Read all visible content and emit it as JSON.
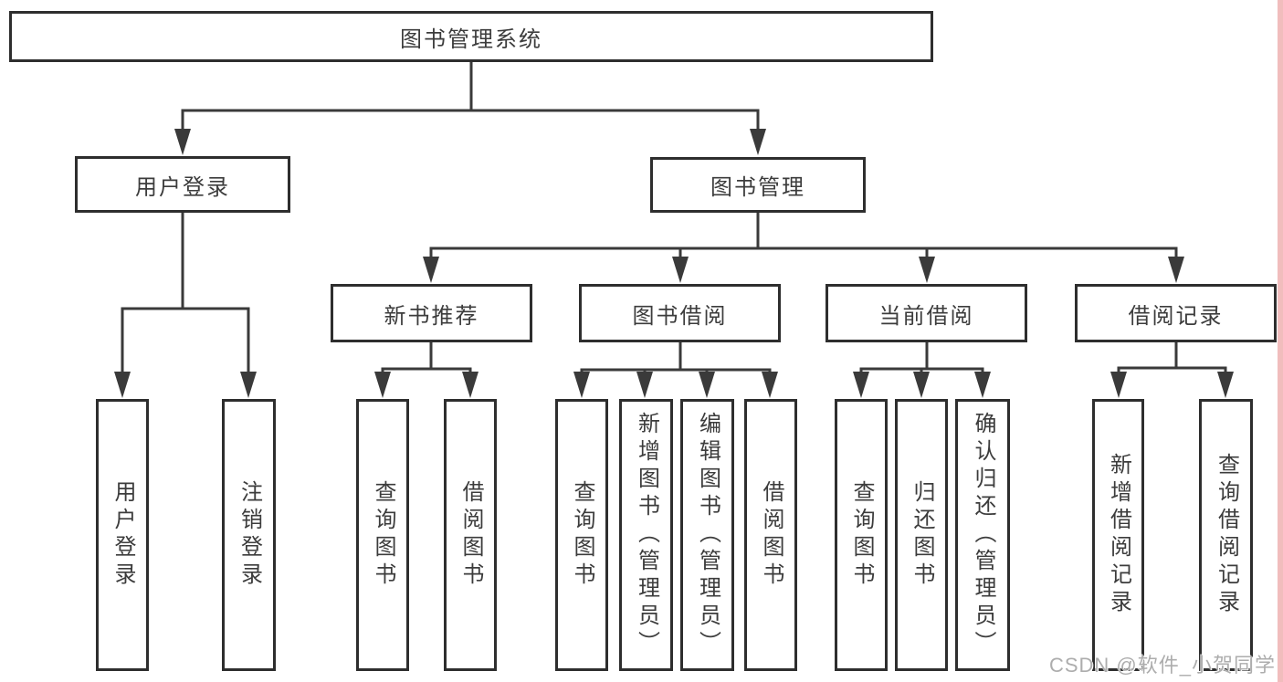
{
  "diagram": {
    "type": "hierarchy-tree",
    "root": {
      "label": "图书管理系统"
    },
    "level2": {
      "user_login": {
        "label": "用户登录"
      },
      "book_mgmt": {
        "label": "图书管理"
      }
    },
    "level3": {
      "new_rec": {
        "label": "新书推荐"
      },
      "book_borrow": {
        "label": "图书借阅"
      },
      "current_borrow": {
        "label": "当前借阅"
      },
      "borrow_records": {
        "label": "借阅记录"
      }
    },
    "leaves": {
      "user_login_leaf": {
        "label": "用户登录",
        "parent": "用户登录"
      },
      "logout": {
        "label": "注销登录",
        "parent": "用户登录"
      },
      "query_books_1": {
        "label": "查询图书",
        "parent": "新书推荐"
      },
      "borrow_books_1": {
        "label": "借阅图书",
        "parent": "新书推荐"
      },
      "query_books_2": {
        "label": "查询图书",
        "parent": "图书借阅"
      },
      "add_books": {
        "label": "新增图书（管理员）",
        "parent": "图书借阅"
      },
      "edit_books": {
        "label": "编辑图书（管理员）",
        "parent": "图书借阅"
      },
      "borrow_books_2": {
        "label": "借阅图书",
        "parent": "图书借阅"
      },
      "query_books_3": {
        "label": "查询图书",
        "parent": "当前借阅"
      },
      "return_books": {
        "label": "归还图书",
        "parent": "当前借阅"
      },
      "confirm_return": {
        "label": "确认归还（管理员）",
        "parent": "当前借阅"
      },
      "add_record": {
        "label": "新增借阅记录",
        "parent": "借阅记录"
      },
      "query_record": {
        "label": "查询借阅记录",
        "parent": "借阅记录"
      }
    },
    "colors": {
      "line": "#3a3a3a",
      "box_border": "#2e2e2e",
      "text": "#3c3c3c",
      "background": "#ffffff",
      "watermark_text": "#adadad",
      "right_edge_strip": "#f1bdbd"
    }
  },
  "watermark": {
    "text": "CSDN @软件_小贺同学"
  }
}
